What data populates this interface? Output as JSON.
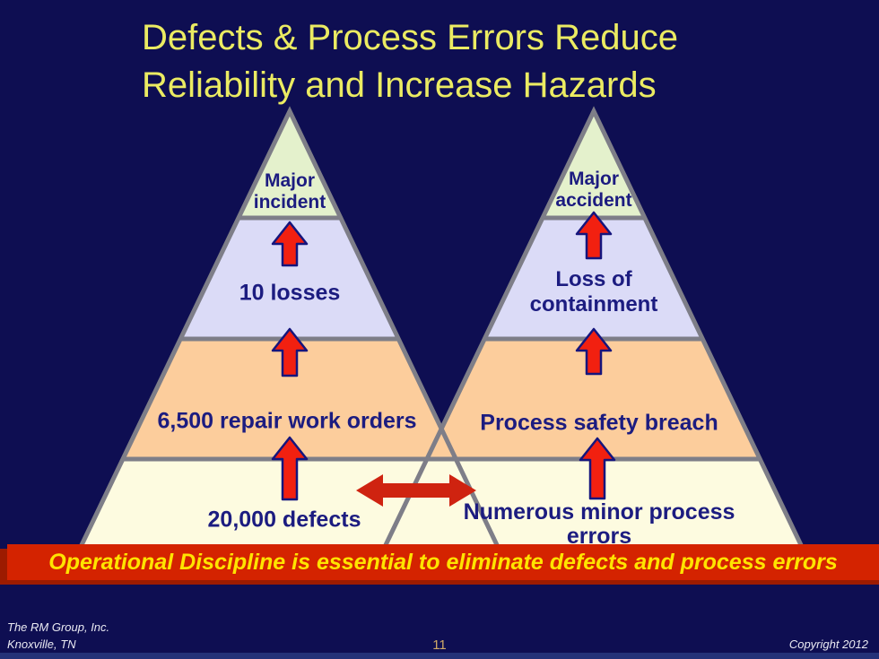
{
  "title": {
    "line1": "Defects & Process Errors Reduce",
    "line2": "Reliability and Increase Hazards"
  },
  "left_pyramid": {
    "tiers": [
      {
        "label": "Major\nincident",
        "color": "#e4f1cc"
      },
      {
        "label": "10 losses",
        "color": "#dbdbf7"
      },
      {
        "label": "6,500 repair work orders",
        "color": "#fccd9c"
      },
      {
        "label": "20,000 defects",
        "color": "#fdfbe0"
      }
    ]
  },
  "right_pyramid": {
    "tiers": [
      {
        "label": "Major\naccident",
        "color": "#e4f1cc"
      },
      {
        "label": "Loss of\ncontainment",
        "color": "#dbdbf7"
      },
      {
        "label": "Process safety breach",
        "color": "#fccd9c"
      },
      {
        "label": "Numerous minor process errors",
        "color": "#fdfbe0"
      }
    ]
  },
  "banner": {
    "text": "Operational Discipline is essential to eliminate defects and process errors"
  },
  "footer": {
    "company": "The RM Group, Inc.\nKnoxville, TN",
    "page_number": "11",
    "copyright": "Copyright 2012"
  },
  "colors": {
    "background_navy": "#0e0e52",
    "title_yellow": "#ebeb62",
    "label_navy": "#1c1c80",
    "tier_green": "#e4f1cc",
    "tier_lavender": "#dbdbf7",
    "tier_peach": "#fccd9c",
    "tier_cream": "#fdfbe0",
    "pyramid_border_gray": "#7e7e88",
    "arrow_red": "#f22010",
    "arrow_outline_navy": "#15157d",
    "double_arrow_red": "#cf2310",
    "banner_red": "#d42300",
    "banner_shadow_red": "#9c1b00",
    "banner_text_yellow": "#ffe400",
    "page_number_gold": "#cfa968",
    "bottom_bar_blue": "#243278"
  }
}
